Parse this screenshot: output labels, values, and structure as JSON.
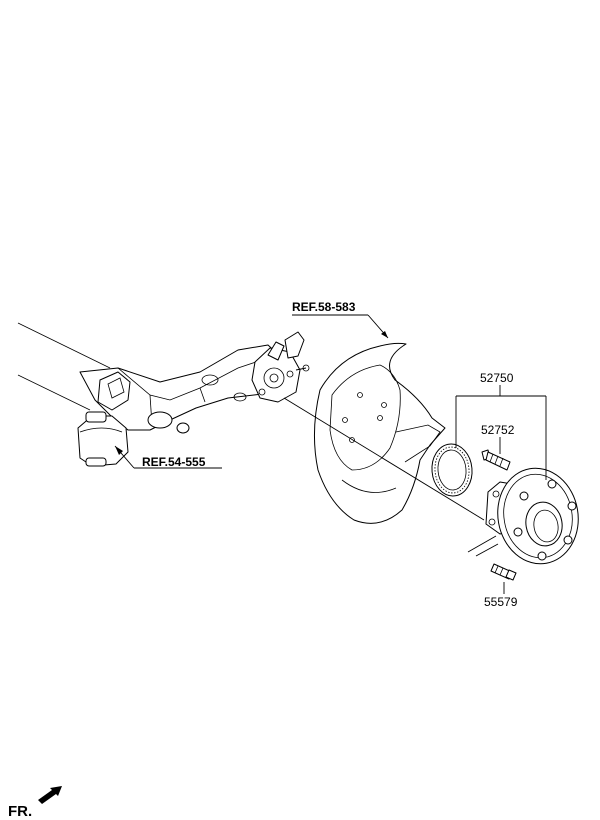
{
  "labels": {
    "ref_disc_cover": "REF.58-583",
    "ref_axle": "REF.54-555",
    "part_hub_assembly": "52750",
    "part_hub_bolt": "52752",
    "part_bolt": "55579",
    "front_marker": "FR."
  }
}
